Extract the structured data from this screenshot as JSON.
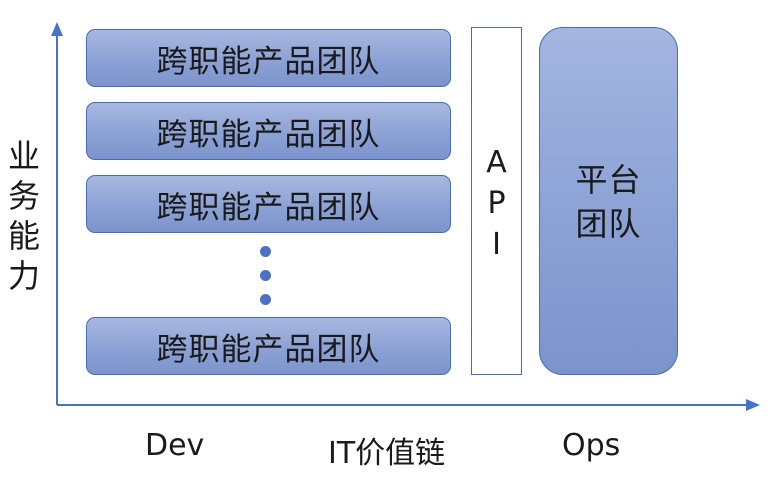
{
  "y_axis_label": [
    "业",
    "务",
    "能",
    "力"
  ],
  "x_axis_labels": {
    "left": "Dev",
    "center": "IT价值链",
    "right": "Ops"
  },
  "product_teams": [
    "跨职能产品团队",
    "跨职能产品团队",
    "跨职能产品团队",
    "跨职能产品团队"
  ],
  "api_letters": [
    "A",
    "P",
    "I"
  ],
  "platform_team": [
    "平台",
    "团队"
  ],
  "colors": {
    "box_fill": "#8ca2d6",
    "box_border": "#4a6bb3",
    "axis": "#4a72c4",
    "ellipsis_dots": "#4a72c4"
  }
}
